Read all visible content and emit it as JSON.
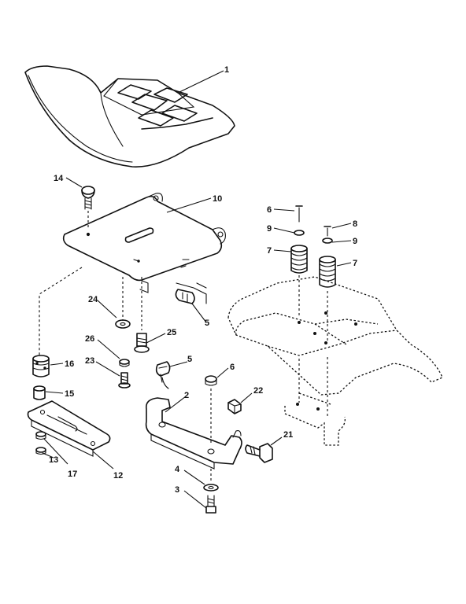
{
  "callouts": {
    "c1": "1",
    "c2": "2",
    "c3": "3",
    "c4": "4",
    "c5a": "5",
    "c5b": "5",
    "c6a": "6",
    "c6b": "6",
    "c7a": "7",
    "c7b": "7",
    "c8": "8",
    "c9a": "9",
    "c9b": "9",
    "c10": "10",
    "c12": "12",
    "c13": "13",
    "c14": "14",
    "c15": "15",
    "c16": "16",
    "c17": "17",
    "c21": "21",
    "c22": "22",
    "c23": "23",
    "c24": "24",
    "c25": "25",
    "c26": "26"
  }
}
